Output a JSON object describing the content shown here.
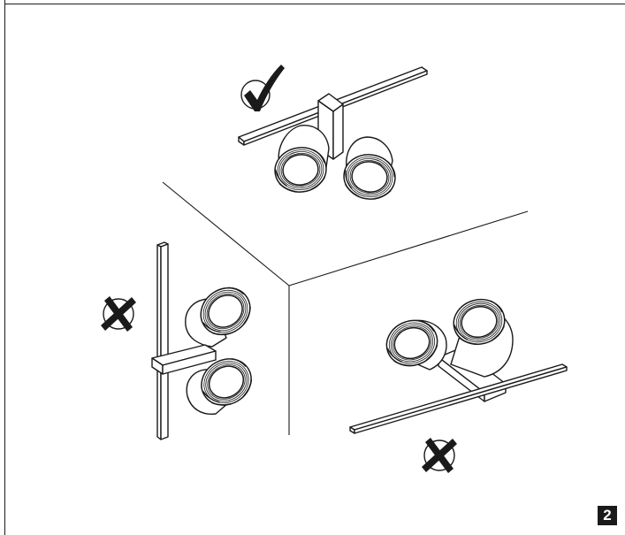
{
  "figure": {
    "page_number": "2",
    "colors": {
      "line": "#1a1a1a",
      "fill": "#ffffff",
      "badge": "#1a1a1a"
    },
    "options": [
      {
        "placement": "ceiling",
        "status": "correct",
        "icon": "check-mark-icon"
      },
      {
        "placement": "left-wall",
        "status": "incorrect",
        "icon": "cross-mark-icon"
      },
      {
        "placement": "right-wall",
        "status": "incorrect",
        "icon": "cross-mark-icon"
      }
    ]
  }
}
